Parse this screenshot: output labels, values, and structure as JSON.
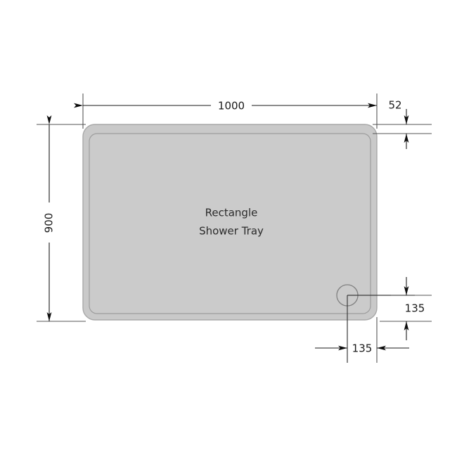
{
  "drawing": {
    "title": "Rectangle Shower Tray technical dimension drawing",
    "part_label_line1": "Rectangle",
    "part_label_line2": "Shower Tray",
    "background_color": "#ffffff",
    "tray_fill_color": "#c9c9c9",
    "tray_stroke_color": "#a8a8a8",
    "dimension_color": "#1a1a1a",
    "extension_color": "#555555"
  },
  "dimensions": {
    "width": {
      "value": "1000",
      "label": "1000",
      "orientation": "horizontal",
      "position": "top"
    },
    "height": {
      "value": "900",
      "label": "900",
      "orientation": "vertical-rotated",
      "position": "left"
    },
    "edge_thickness": {
      "value": "52",
      "label": "52",
      "orientation": "vertical",
      "position": "top-right"
    },
    "waste_offset_vertical": {
      "value": "135",
      "label": "135",
      "orientation": "vertical",
      "position": "right"
    },
    "waste_offset_horizontal": {
      "value": "135",
      "label": "135",
      "orientation": "horizontal",
      "position": "bottom-right"
    }
  },
  "features": {
    "waste_hole": {
      "name": "drain-waste-hole",
      "shape": "circle"
    }
  }
}
